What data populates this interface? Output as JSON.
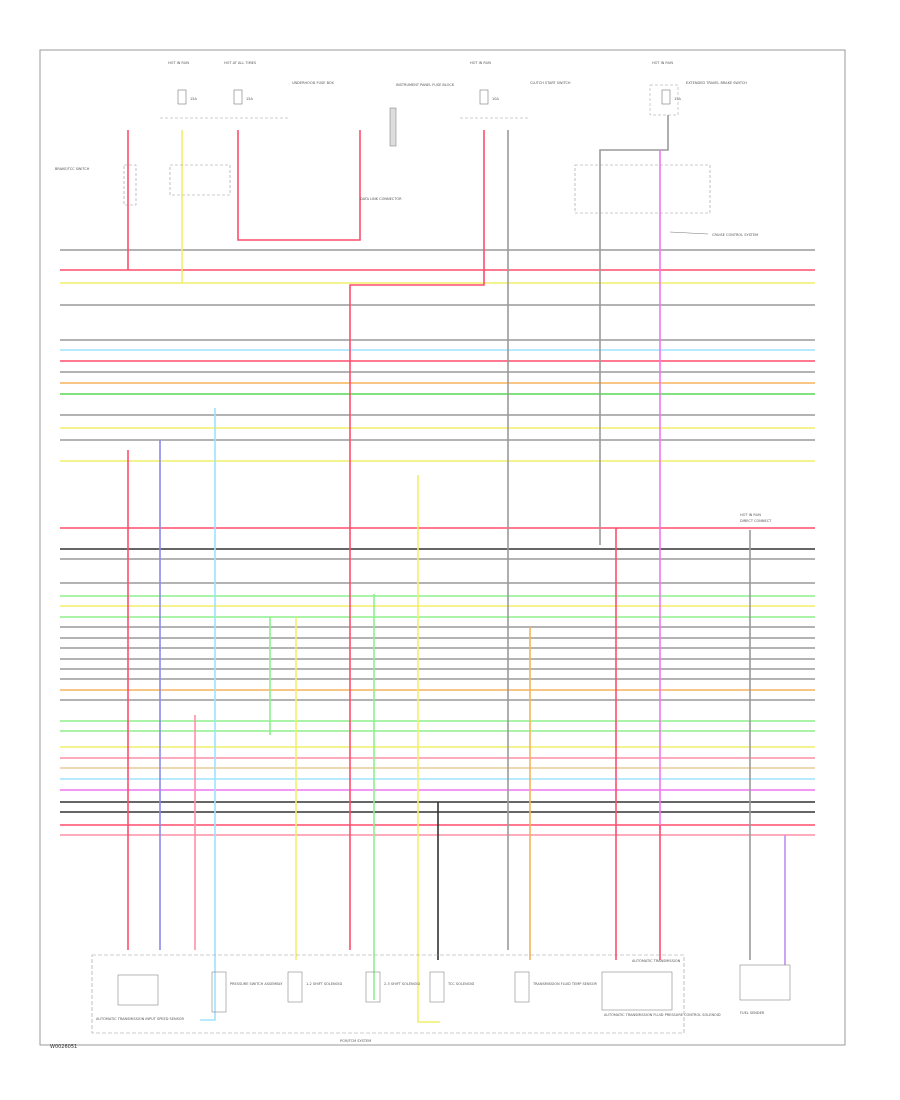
{
  "page_id": "W0026051",
  "ref_label": "PCM/TCM SYSTEM",
  "cruise_label": "CRUISE CONTROL SYSTEM",
  "transmission_label": "AUTOMATIC TRANSMISSION",
  "fusebox": [
    {
      "hot": "HOT IN RUN",
      "fuse": "15A"
    },
    {
      "hot": "HOT AT ALL TIMES",
      "fuse": "15A"
    },
    {
      "hot": "HOT IN RUN",
      "fuse": "10A"
    },
    {
      "hot": "HOT IN RUN",
      "fuse": "15A"
    }
  ],
  "top_components": [
    {
      "name": "BRAKE/TCC SWITCH"
    },
    {
      "name": "UNDERHOOD FUSE BOX"
    },
    {
      "name": "INSTRUMENT PANEL FUSE BLOCK"
    },
    {
      "name": "DATA LINK CONNECTOR"
    },
    {
      "name": "CLUTCH START SWITCH"
    },
    {
      "name": "EXTENDED TRAVEL BRAKE SWITCH"
    }
  ],
  "bottom_components": [
    {
      "name": "AUTOMATIC TRANSMISSION INPUT SPEED SENSOR"
    },
    {
      "name": "PRESSURE SWITCH ASSEMBLY"
    },
    {
      "name": "1-2 SHIFT SOLENOID"
    },
    {
      "name": "2-3 SHIFT SOLENOID"
    },
    {
      "name": "TCC SOLENOID"
    },
    {
      "name": "TRANSMISSION FLUID TEMP SENSOR"
    },
    {
      "name": "AUTOMATIC TRANSMISSION FLUID PRESSURE CONTROL SOLENOID"
    },
    {
      "name": "FUEL SENDER"
    }
  ],
  "right_labels": [
    "HOT IN RUN",
    "DIRECT CONNECT"
  ],
  "wire_colors": {
    "pink": "#ff8fa8",
    "red": "#ff4d6d",
    "yellow": "#f2ef6a",
    "lt_green": "#8ef08e",
    "green": "#55d855",
    "lt_blue": "#9fe3ff",
    "blue": "#8a8ae8",
    "gray": "#9a9a9a",
    "black": "#333333",
    "orange": "#f5b35b",
    "tan": "#e6cc99",
    "magenta": "#f077f0",
    "purple": "#c18cf0"
  }
}
